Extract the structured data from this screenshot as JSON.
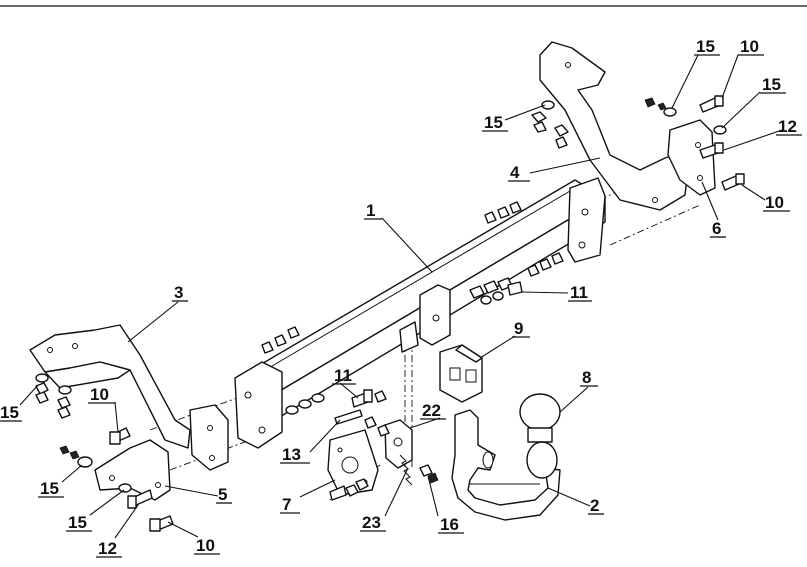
{
  "diagram": {
    "type": "exploded-assembly",
    "callouts": [
      {
        "id": "c1",
        "label": "1"
      },
      {
        "id": "c2",
        "label": "2"
      },
      {
        "id": "c3",
        "label": "3"
      },
      {
        "id": "c4",
        "label": "4"
      },
      {
        "id": "c5",
        "label": "5"
      },
      {
        "id": "c6",
        "label": "6"
      },
      {
        "id": "c7",
        "label": "7"
      },
      {
        "id": "c8",
        "label": "8"
      },
      {
        "id": "c9",
        "label": "9"
      },
      {
        "id": "c10a",
        "label": "10"
      },
      {
        "id": "c10b",
        "label": "10"
      },
      {
        "id": "c10c",
        "label": "10"
      },
      {
        "id": "c10d",
        "label": "10"
      },
      {
        "id": "c11a",
        "label": "11"
      },
      {
        "id": "c11b",
        "label": "11"
      },
      {
        "id": "c12a",
        "label": "12"
      },
      {
        "id": "c12b",
        "label": "12"
      },
      {
        "id": "c13",
        "label": "13"
      },
      {
        "id": "c15a",
        "label": "15"
      },
      {
        "id": "c15b",
        "label": "15"
      },
      {
        "id": "c15c",
        "label": "15"
      },
      {
        "id": "c15d",
        "label": "15"
      },
      {
        "id": "c15e",
        "label": "15"
      },
      {
        "id": "c15f",
        "label": "15"
      },
      {
        "id": "c16",
        "label": "16"
      },
      {
        "id": "c22",
        "label": "22"
      },
      {
        "id": "c23",
        "label": "23"
      }
    ]
  }
}
